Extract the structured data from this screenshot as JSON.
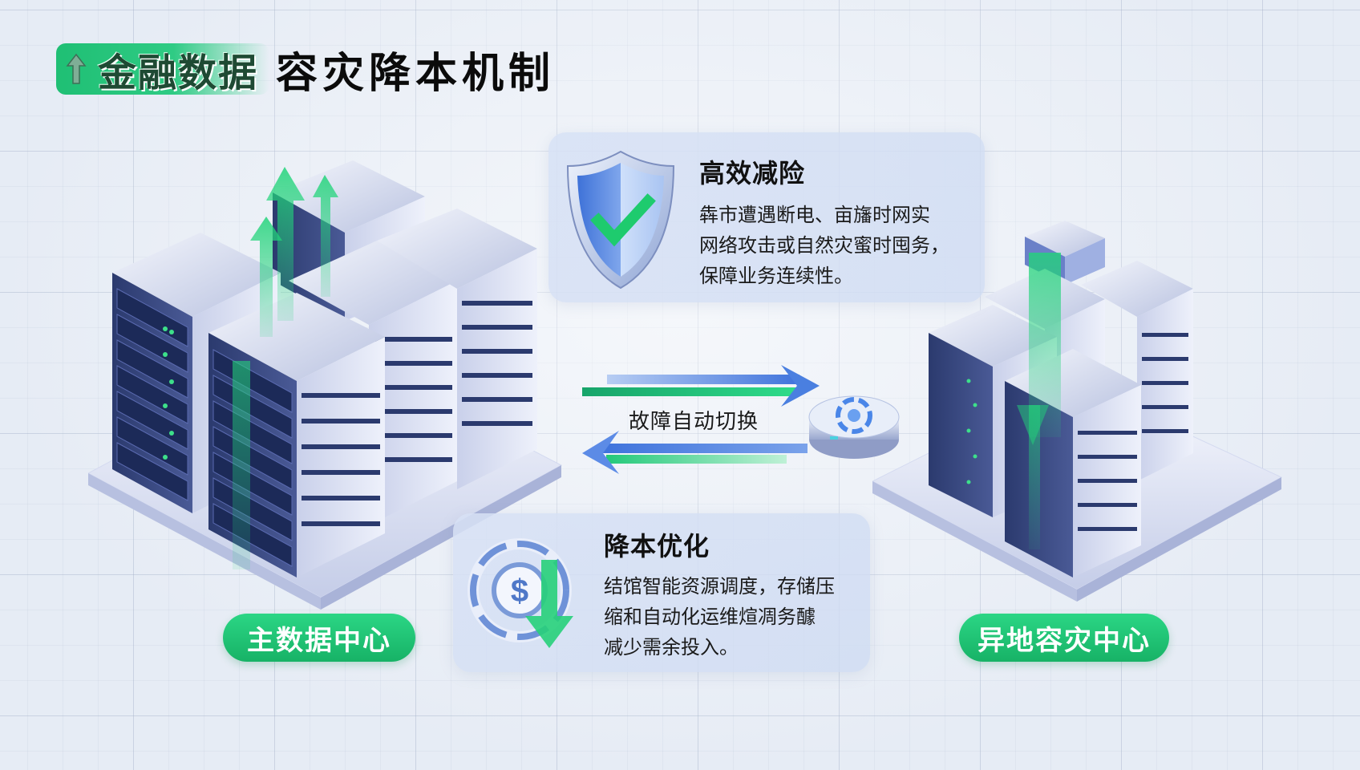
{
  "title": {
    "highlight": "金融数据",
    "main": "容灾降本机制",
    "icon": "arrow-up-icon"
  },
  "colors": {
    "accent_green": "#1fbf74",
    "accent_blue": "#4a7fe0",
    "background": "#e9eef6",
    "text": "#111111"
  },
  "risk_card": {
    "icon": "shield-check-icon",
    "heading": "高效减险",
    "lines": [
      "犇市遭遇断电、亩旛时网实",
      "网络攻击或自然灾蜜时囤务，",
      "保障业务连续性。"
    ]
  },
  "failover": {
    "label": "故障自动切换",
    "icon": "switch-hub-icon"
  },
  "cost_card": {
    "icon": "dollar-down-icon",
    "heading": "降本优化",
    "lines": [
      "结馆智能资源调度，存储压",
      "缩和自动化运维煊凋务醵",
      "减少需余投入。"
    ]
  },
  "sites": {
    "primary": "主数据中心",
    "disaster_recovery": "异地容灾中心"
  }
}
